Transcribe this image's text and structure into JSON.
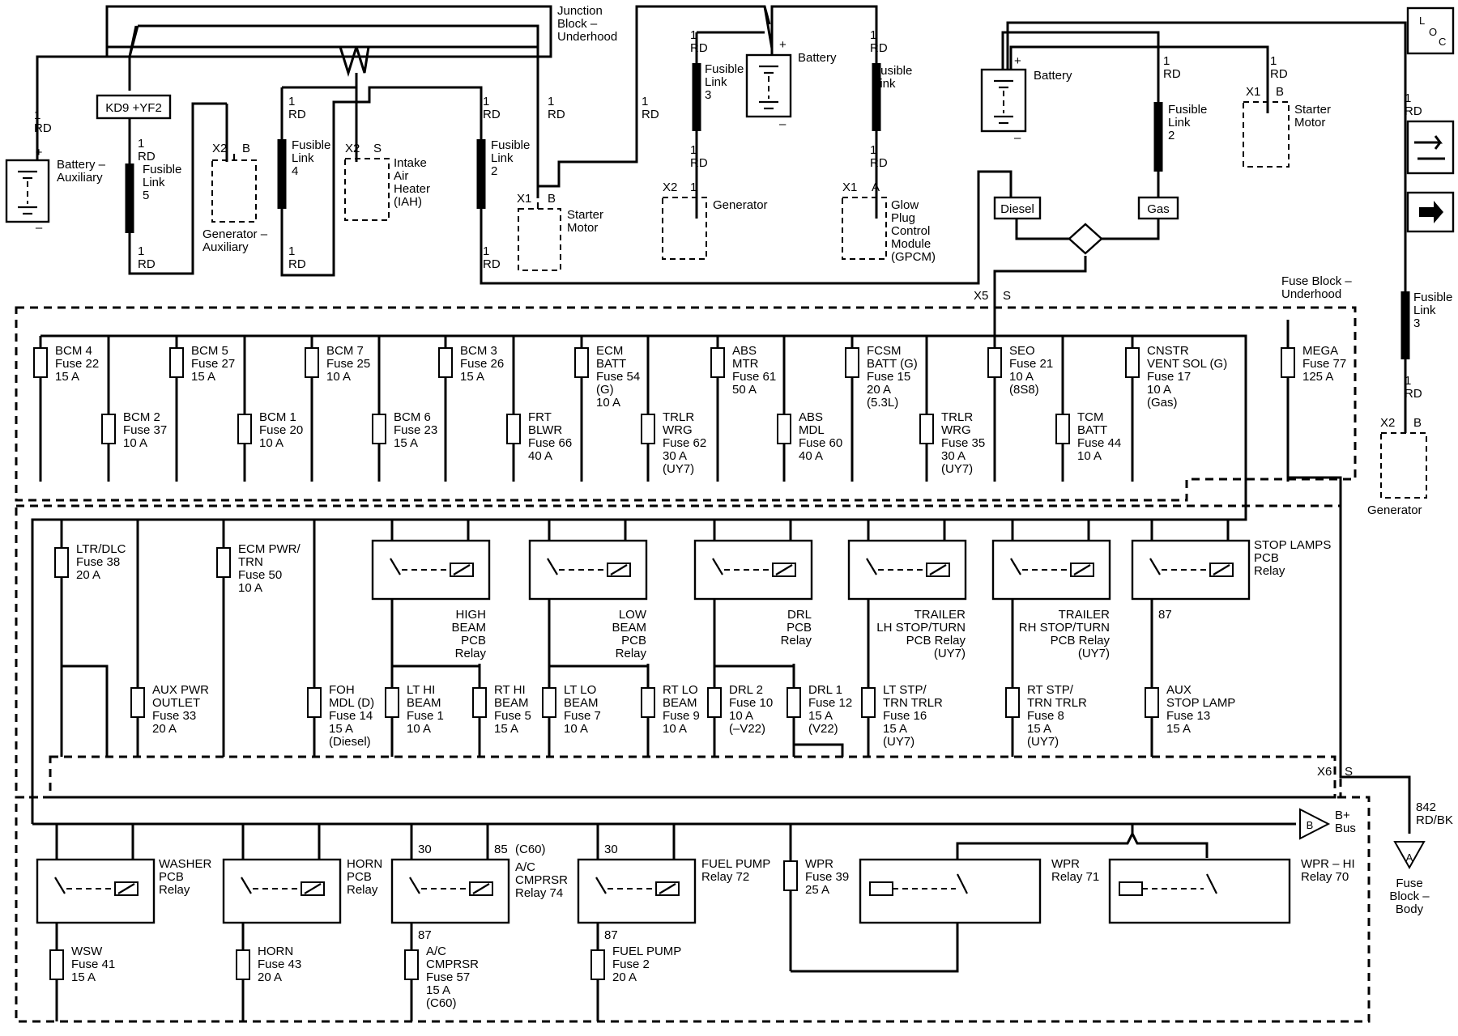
{
  "title_tags": {
    "loc_letters": [
      "L",
      "O",
      "C"
    ]
  },
  "top": {
    "junction_block": "Junction\nBlock –\nUnderhood",
    "battery_aux": "Battery –\nAuxiliary",
    "kd9_tag": "KD9 +YF2",
    "fusible_link_5": "Fusible\nLink\n5",
    "generator_aux": "Generator –\nAuxiliary",
    "fusible_link_4": "Fusible\nLink\n4",
    "intake_air_heater": "Intake\nAir\nHeater\n(IAH)",
    "fusible_link_2a": "Fusible\nLink\n2",
    "starter_motor_a": "Starter\nMotor",
    "fusible_link_3a": "Fusible\nLink\n3",
    "battery_center": "Battery",
    "generator_center": "Generator",
    "fusible_link_1": "Fusible\nLink\n1",
    "gpcm": "Glow\nPlug\nControl\nModule\n(GPCM)",
    "battery_right": "Battery",
    "fusible_link_2b": "Fusible\nLink\n2",
    "starter_motor_b": "Starter\nMotor",
    "diesel_tag": "Diesel",
    "gas_tag": "Gas",
    "fusible_link_3b": "Fusible\nLink\n3",
    "generator_right": "Generator",
    "wire_1rd": "1\nRD",
    "conn_x1": "X1",
    "conn_x2": "X2",
    "pin_b": "B",
    "pin_s": "S",
    "pin_a": "A",
    "pin_1": "1",
    "plus": "+",
    "minus": "–"
  },
  "fuse_block_underhood": {
    "label": "Fuse Block –\nUnderhood",
    "x5": "X5",
    "x5_pin": "S",
    "x6": "X6",
    "x6_pin": "S",
    "row1_top": [
      "BCM 4\nFuse 22\n15 A",
      "BCM 5\nFuse 27\n15 A",
      "BCM 7\nFuse 25\n10 A",
      "BCM 3\nFuse 26\n15 A",
      "ECM\nBATT\nFuse 54\n(G)\n10 A",
      "ABS\nMTR\nFuse 61\n50 A",
      "FCSM\nBATT (G)\nFuse 15\n20 A\n(5.3L)",
      "SEO\nFuse 21\n10 A\n(8S8)",
      "CNSTR\nVENT SOL (G)\nFuse 17\n10 A\n(Gas)",
      "MEGA\nFuse 77\n125 A"
    ],
    "row1_bottom": [
      "BCM 2\nFuse 37\n10 A",
      "BCM 1\nFuse 20\n10 A",
      "BCM 6\nFuse 23\n15 A",
      "FRT\nBLWR\nFuse 66\n40 A",
      "TRLR\nWRG\nFuse 62\n30 A\n(UY7)",
      "ABS\nMDL\nFuse 60\n40 A",
      "TRLR\nWRG\nFuse 35\n30 A\n(UY7)",
      "TCM\nBATT\nFuse 44\n10 A"
    ],
    "row2_fuses": [
      "LTR/DLC\nFuse 38\n20 A",
      "ECM PWR/\nTRN\nFuse 50\n10 A",
      "AUX PWR\nOUTLET\nFuse 33\n20 A",
      "FOH\nMDL (D)\nFuse 14\n15 A\n(Diesel)",
      "LT HI\nBEAM\nFuse 1\n10 A",
      "RT HI\nBEAM\nFuse 5\n15 A",
      "LT LO\nBEAM\nFuse 7\n10 A",
      "RT LO\nBEAM\nFuse 9\n10 A",
      "DRL 2\nFuse 10\n10 A\n(–V22)",
      "DRL 1\nFuse 12\n15 A\n(V22)",
      "LT STP/\nTRN TRLR\nFuse 16\n15 A\n(UY7)",
      "RT STP/\nTRN TRLR\nFuse 8\n15 A\n(UY7)",
      "AUX\nSTOP LAMP\nFuse 13\n15 A"
    ],
    "row2_relays": [
      "HIGH\nBEAM\nPCB\nRelay",
      "LOW\nBEAM\nPCB\nRelay",
      "DRL\nPCB\nRelay",
      "TRAILER\nLH STOP/TURN\nPCB Relay\n(UY7)",
      "TRAILER\nRH STOP/TURN\nPCB Relay\n(UY7)",
      "STOP LAMPS\nPCB\nRelay"
    ],
    "pin_87": "87",
    "mega_link": "842\nRD/BK",
    "fuse_block_body": "Fuse\nBlock –\nBody",
    "tag_a": "A",
    "tag_b": "B",
    "bplus_bus": "B+\nBus",
    "row3_relays": [
      "WASHER\nPCB\nRelay",
      "HORN\nPCB\nRelay",
      "A/C\nCMPRSR\nRelay 74",
      "FUEL PUMP\nRelay 72",
      "WPR\nRelay 71",
      "WPR – HI\nRelay 70"
    ],
    "row3_fuses": [
      "WSW\nFuse 41\n15 A",
      "HORN\nFuse 43\n20 A",
      "A/C\nCMPRSR\nFuse 57\n15 A\n(C60)",
      "FUEL PUMP\nFuse 2\n20 A",
      "WPR\nFuse 39\n25 A"
    ],
    "pin_30": "30",
    "pin_85": "85",
    "c60": "(C60)"
  }
}
